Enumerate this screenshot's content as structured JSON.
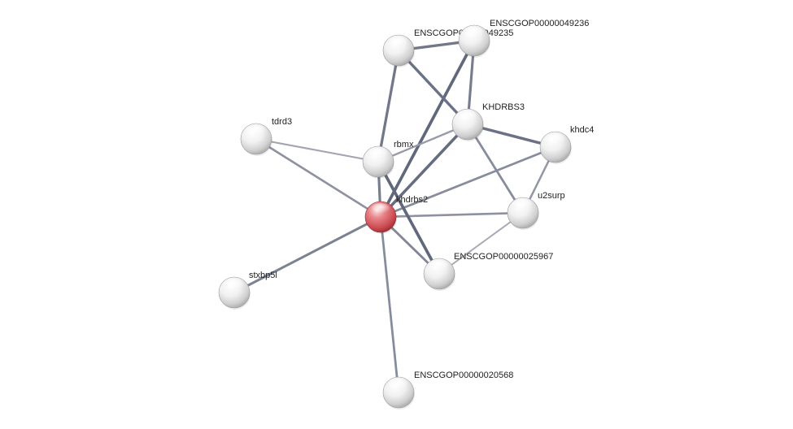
{
  "network": {
    "nodes": [
      {
        "id": "khdrbs2",
        "label": "khdrbs2",
        "query": true
      },
      {
        "id": "rbmx",
        "label": "rbmx",
        "query": false
      },
      {
        "id": "KHDRBS3",
        "label": "KHDRBS3",
        "query": false
      },
      {
        "id": "ENSCGOP00000049235",
        "label": "ENSCGOP00000049235",
        "query": false
      },
      {
        "id": "ENSCGOP00000049236",
        "label": "ENSCGOP00000049236",
        "query": false
      },
      {
        "id": "khdc4",
        "label": "khdc4",
        "query": false
      },
      {
        "id": "u2surp",
        "label": "u2surp",
        "query": false
      },
      {
        "id": "ENSCGOP00000025967",
        "label": "ENSCGOP00000025967",
        "query": false
      },
      {
        "id": "tdrd3",
        "label": "tdrd3",
        "query": false
      },
      {
        "id": "stxbp5l",
        "label": "stxbp5l",
        "query": false
      },
      {
        "id": "ENSCGOP00000020568",
        "label": "ENSCGOP00000020568",
        "query": false
      }
    ],
    "edges": [
      {
        "source": "khdrbs2",
        "target": "ENSCGOP00000049236",
        "strength": 0.95
      },
      {
        "source": "khdrbs2",
        "target": "KHDRBS3",
        "strength": 0.9
      },
      {
        "source": "khdrbs2",
        "target": "rbmx",
        "strength": 0.75
      },
      {
        "source": "khdrbs2",
        "target": "tdrd3",
        "strength": 0.55
      },
      {
        "source": "khdrbs2",
        "target": "stxbp5l",
        "strength": 0.7
      },
      {
        "source": "khdrbs2",
        "target": "ENSCGOP00000020568",
        "strength": 0.6
      },
      {
        "source": "khdrbs2",
        "target": "u2surp",
        "strength": 0.55
      },
      {
        "source": "khdrbs2",
        "target": "khdc4",
        "strength": 0.6
      },
      {
        "source": "khdrbs2",
        "target": "ENSCGOP00000025967",
        "strength": 0.65
      },
      {
        "source": "rbmx",
        "target": "ENSCGOP00000025967",
        "strength": 0.95
      },
      {
        "source": "rbmx",
        "target": "ENSCGOP00000049235",
        "strength": 0.8
      },
      {
        "source": "rbmx",
        "target": "KHDRBS3",
        "strength": 0.45
      },
      {
        "source": "rbmx",
        "target": "tdrd3",
        "strength": 0.35
      },
      {
        "source": "ENSCGOP00000049235",
        "target": "ENSCGOP00000049236",
        "strength": 0.8
      },
      {
        "source": "ENSCGOP00000049235",
        "target": "KHDRBS3",
        "strength": 0.85
      },
      {
        "source": "ENSCGOP00000049236",
        "target": "KHDRBS3",
        "strength": 0.75
      },
      {
        "source": "KHDRBS3",
        "target": "khdc4",
        "strength": 0.85
      },
      {
        "source": "KHDRBS3",
        "target": "u2surp",
        "strength": 0.6
      },
      {
        "source": "khdc4",
        "target": "u2surp",
        "strength": 0.5
      },
      {
        "source": "u2surp",
        "target": "ENSCGOP00000025967",
        "strength": 0.3
      }
    ],
    "colors": {
      "query_node": "#d9595f",
      "node": "#e8e8e8",
      "edge_dark": "#5c6378",
      "edge_light": "#c8c9d1",
      "label": "#222222"
    }
  }
}
